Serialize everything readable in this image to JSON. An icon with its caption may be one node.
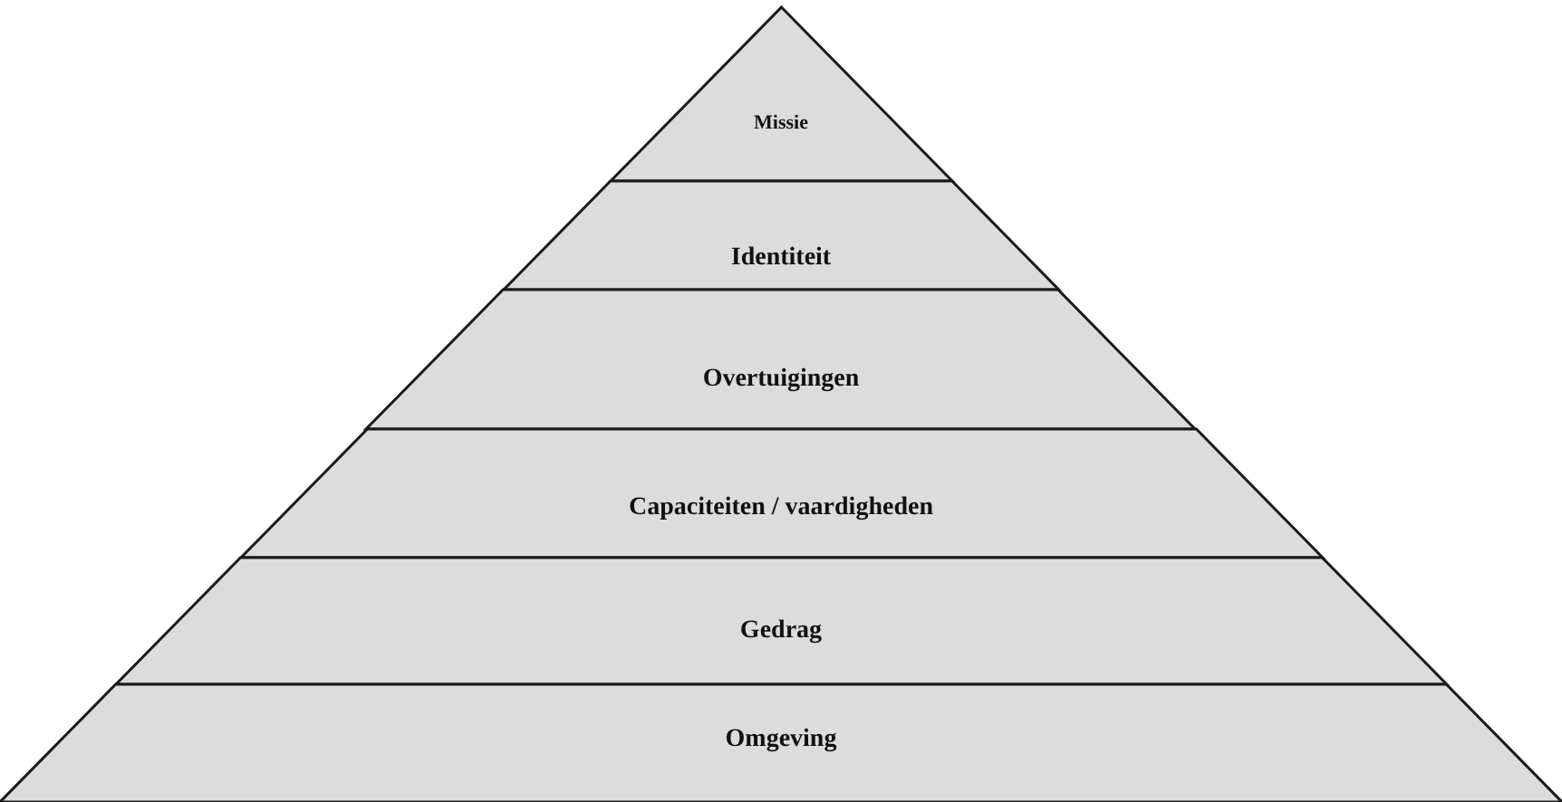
{
  "diagram": {
    "nodes": [
      {
        "text": [
          "Missie"
        ]
      },
      {
        "text": [
          "Identiteit"
        ]
      },
      {
        "text": [
          "Overtuigingen"
        ]
      },
      {
        "text": [
          "Capaciteiten / vaardigheden"
        ]
      },
      {
        "text": [
          "Gedrag"
        ]
      },
      {
        "text": [
          "Omgeving"
        ]
      }
    ]
  }
}
